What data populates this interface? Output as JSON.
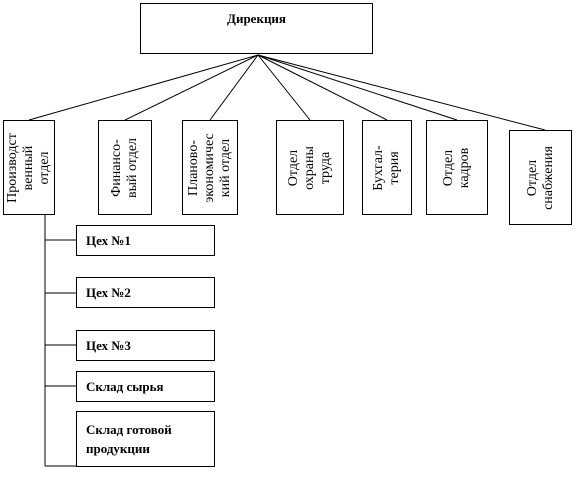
{
  "diagram": {
    "top": {
      "label": "Дирекция"
    },
    "departments": [
      {
        "label": "Производст\nвенный\nотдел"
      },
      {
        "label": "Финансо-\nвый отдел"
      },
      {
        "label": "Планово-\nэкономичес\nкий отдел"
      },
      {
        "label": "Отдел\nохраны\nтруда"
      },
      {
        "label": "Бухгал-\nтерия"
      },
      {
        "label": "Отдел\nкадров"
      },
      {
        "label": "Отдел\nснабжения"
      }
    ],
    "sub_units": [
      {
        "label": "Цех №1"
      },
      {
        "label": "Цех №2"
      },
      {
        "label": "Цех №3"
      },
      {
        "label": "Склад сырья"
      },
      {
        "label": "Склад готовой\nпродукции"
      }
    ]
  }
}
